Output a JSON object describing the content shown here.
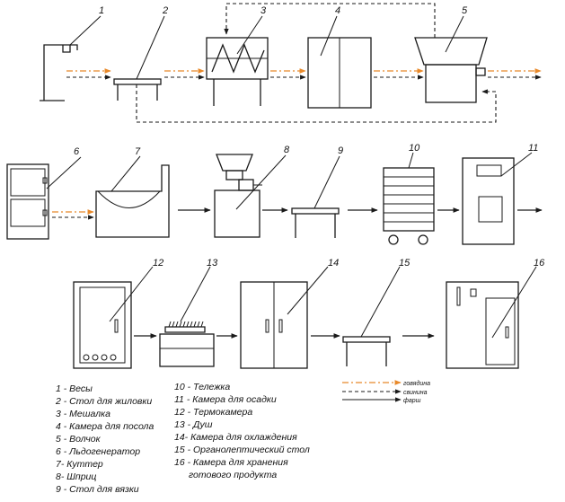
{
  "colors": {
    "beef": "#e8892a",
    "pork": "#2a2a2a",
    "stuffing": "#2a2a2a",
    "line": "#1a1a1a"
  },
  "numbers": [
    "1",
    "2",
    "3",
    "4",
    "5",
    "6",
    "7",
    "8",
    "9",
    "10",
    "11",
    "12",
    "13",
    "14",
    "15",
    "16"
  ],
  "legend_left": [
    "1 -  Весы",
    "2 -  Стол для жиловки",
    "3 - Мешалка",
    "4 -  Камера для посола",
    "5 -  Волчок",
    "6 - Льдогенератор",
    "7- Куттер",
    "8-  Шприц",
    "9 - Стол для вязки"
  ],
  "legend_right": [
    "10 -  Тележка",
    "11 -  Камера для осадки",
    "12 -  Термокамера",
    "13 -  Душ",
    "14-  Камера для охлаждения",
    "15 -  Органолептический стол",
    "16 -  Камера для хранения",
    "готового продукта"
  ],
  "flow_legend": [
    "говядина",
    "свинина",
    "фарш"
  ]
}
